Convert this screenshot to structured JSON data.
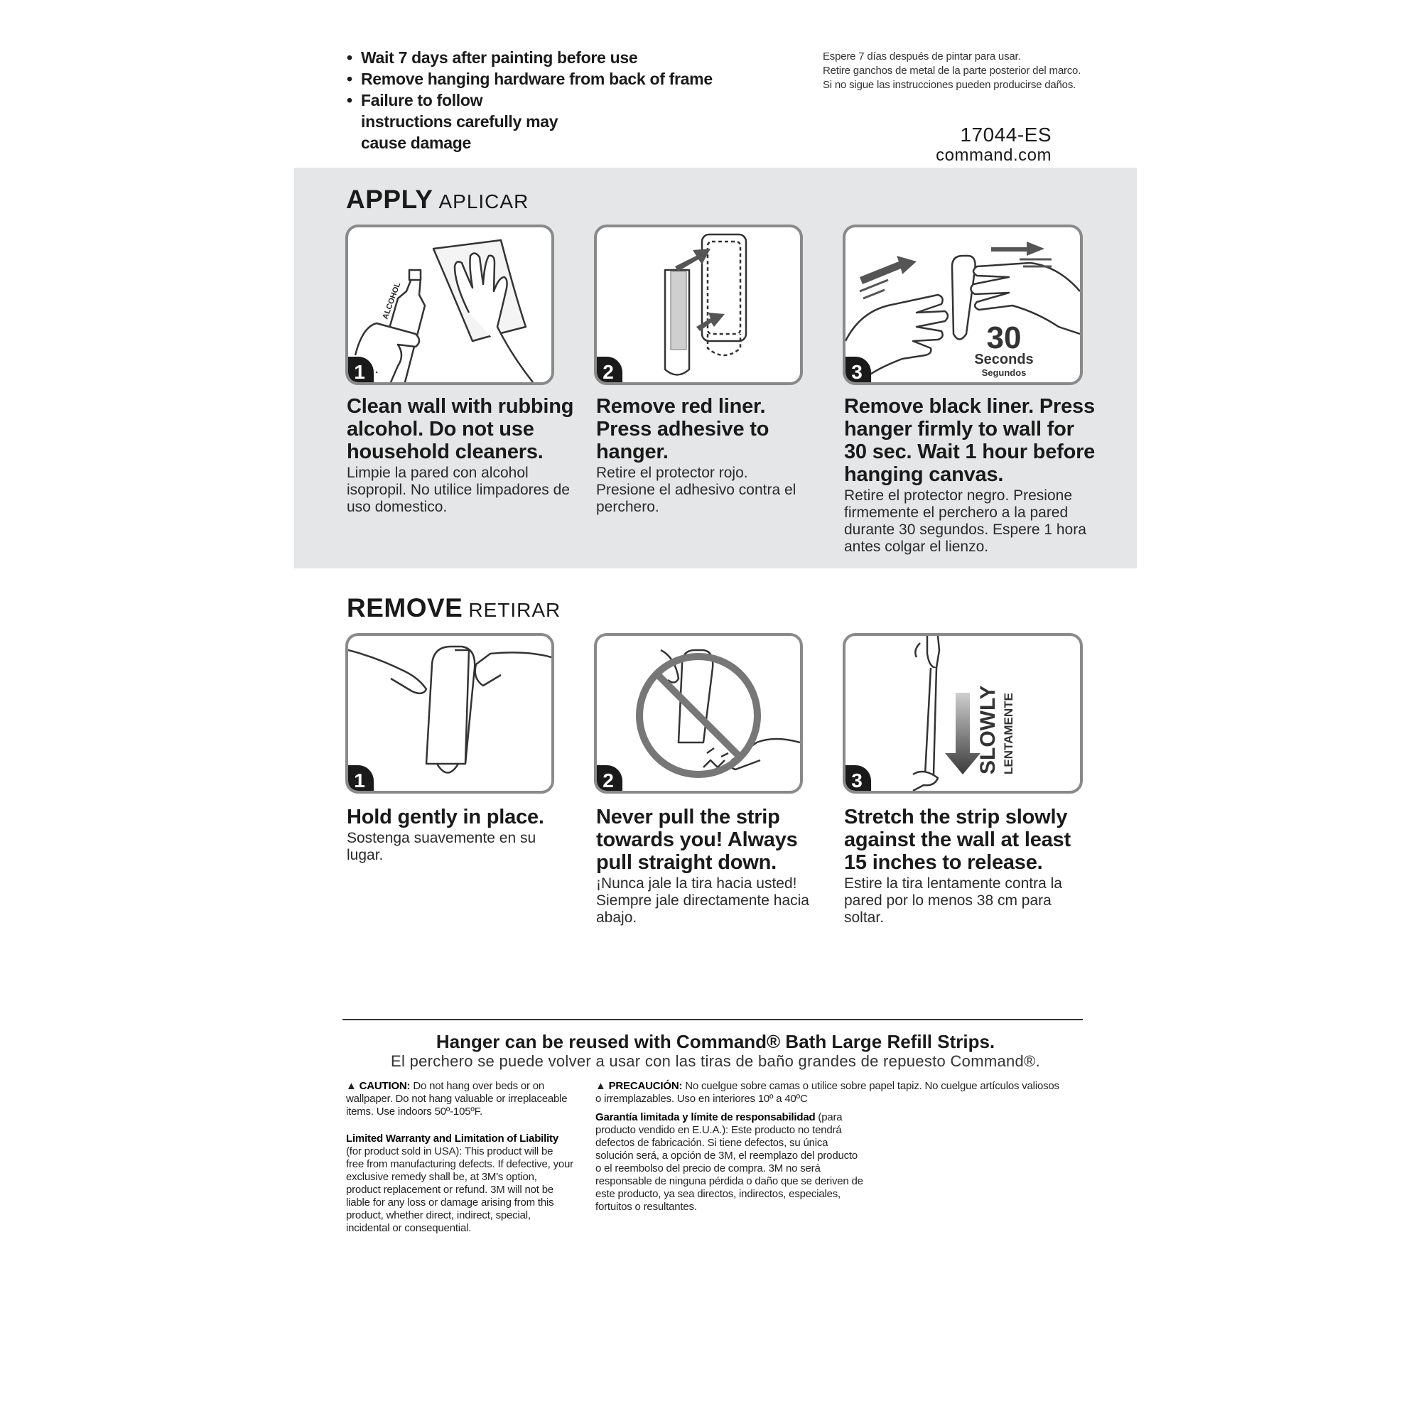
{
  "top": {
    "bullets": [
      "Wait 7 days after painting before use",
      "Remove hanging hardware from back of frame",
      "Failure to follow instructions carefully may cause damage"
    ],
    "spanish": [
      "Espere 7 días después de pintar para usar.",
      "Retire ganchos de metal de la parte posterior del marco.",
      "Si no sigue las instrucciones pueden producirse daños."
    ],
    "code": "17044-ES",
    "site": "command.com"
  },
  "apply": {
    "title": "APPLY",
    "subtitle": "APLICAR",
    "steps": [
      {
        "num": "1",
        "heading": "Clean wall with rubbing alcohol. Do not use household cleaners.",
        "spanish": "Limpie la pared con alcohol isopropil. No utilice limpadores de uso domestico.",
        "bottle_label": "ALCOHOL"
      },
      {
        "num": "2",
        "heading": "Remove red liner. Press adhesive to hanger.",
        "spanish": "Retire el protector rojo. Presione el adhesivo contra el perchero."
      },
      {
        "num": "3",
        "heading": "Remove black liner. Press hanger firmly to wall for 30 sec. Wait 1 hour before hanging canvas.",
        "spanish": "Retire el protector negro. Presione firmemente el perchero a la pared durante 30 segundos. Espere 1 hora antes colgar el lienzo.",
        "timer_value": "30",
        "timer_unit": "Seconds",
        "timer_unit_es": "Segundos"
      }
    ]
  },
  "remove": {
    "title": "REMOVE",
    "subtitle": "RETIRAR",
    "steps": [
      {
        "num": "1",
        "heading": "Hold gently in place.",
        "spanish": "Sostenga suavemente en su lugar."
      },
      {
        "num": "2",
        "heading": "Never pull the strip towards you! Always pull straight down.",
        "spanish": "¡Nunca jale la tira hacia usted! Siempre jale directamente hacia abajo."
      },
      {
        "num": "3",
        "heading": "Stretch the strip slowly against the wall at least 15 inches to release.",
        "spanish": "Estire la tira lentamente contra la pared por lo menos 38 cm para soltar.",
        "slowly": "SLOWLY",
        "slowly_es": "LENTAMENTE"
      }
    ]
  },
  "footer": {
    "reuse": "Hanger can be reused with Command® Bath Large Refill Strips.",
    "reuse_es": "El perchero se puede volver a usar con las tiras de baño grandes de repuesto Command®.",
    "caution_label": "CAUTION:",
    "caution_text": "Do not hang over beds or on wallpaper. Do not hang valuable or irreplaceable items. Use indoors 50º-105ºF.",
    "warranty_label": "Limited Warranty and Limitation of Liability",
    "warranty_text": "(for product sold in USA): This product will be free from manufacturing defects. If defective, your exclusive remedy shall be, at 3M's option, product replacement or refund. 3M will not be liable for any loss or damage arising from this product, whether direct, indirect, special, incidental or consequential.",
    "precaucion_label": "PRECAUCIÓN:",
    "precaucion_text": "No cuelgue sobre camas o utilice sobre papel tapiz. No cuelgue artículos valiosos o irremplazables. Uso en interiores 10º a 40ºC",
    "garantia_label": "Garantía limitada y límite de responsabilidad",
    "garantia_text": "(para producto vendido en E.U.A.): Este producto no tendrá defectos de fabricación. Si tiene defectos, su única solución será, a opción de 3M, el reemplazo del producto o el reembolso del precio de compra. 3M no será responsable de ninguna pérdida o daño que se deriven de este producto, ya sea directos, indirectos, especiales, fortuitos o resultantes."
  }
}
